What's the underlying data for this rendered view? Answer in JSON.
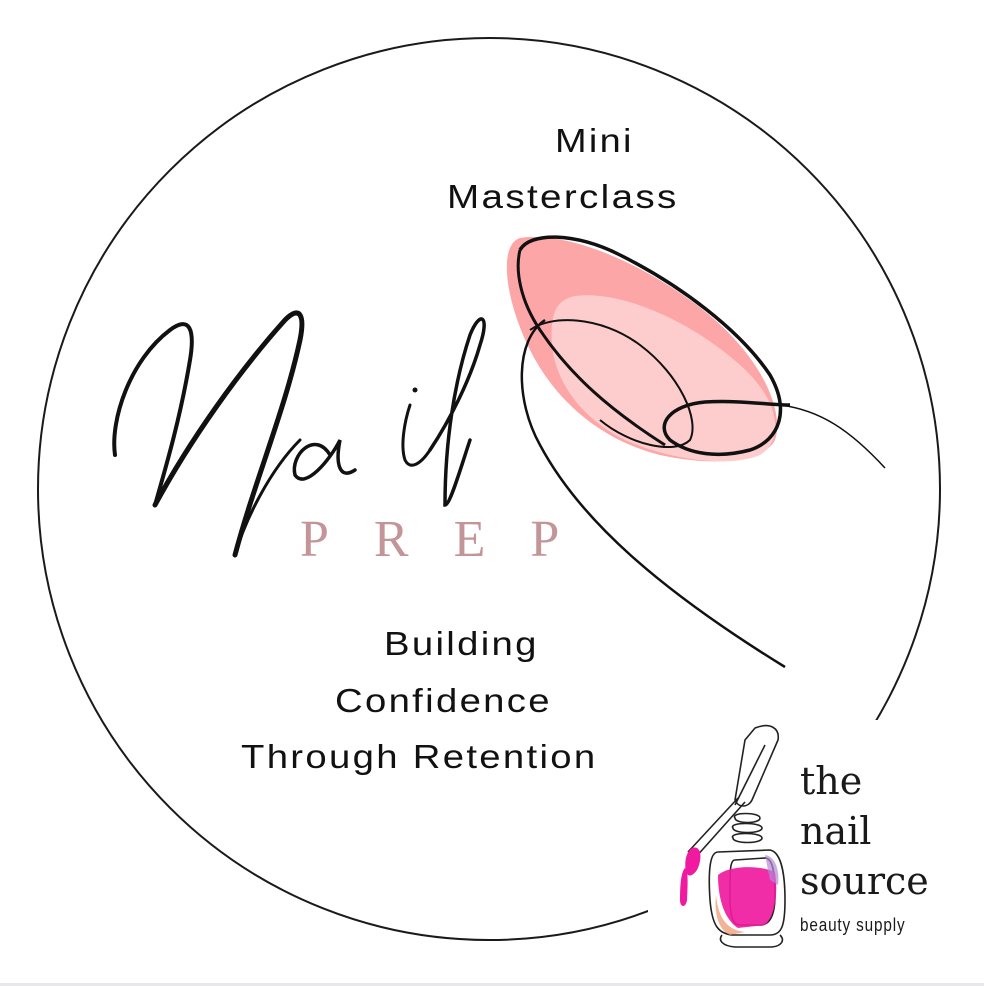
{
  "header": {
    "line1": "Mini",
    "line2": "Masterclass"
  },
  "title": {
    "script_word": "Nail",
    "sub_word": "PREP"
  },
  "tagline": {
    "line1": "Building",
    "line2": "Confidence",
    "line3": "Through Retention"
  },
  "brand": {
    "line1": "the",
    "line2": "nail",
    "line3": "source",
    "line4": "beauty supply"
  },
  "colors": {
    "nail_pink_dark": "#fca6a8",
    "nail_pink_light": "#fdcccc",
    "prep_text": "#c49598",
    "polish_magenta": "#f01aa0",
    "outline": "#111111"
  },
  "icons": {
    "finger_nail": "finger-nail-illustration",
    "polish_bottle": "nail-polish-bottle-icon"
  }
}
